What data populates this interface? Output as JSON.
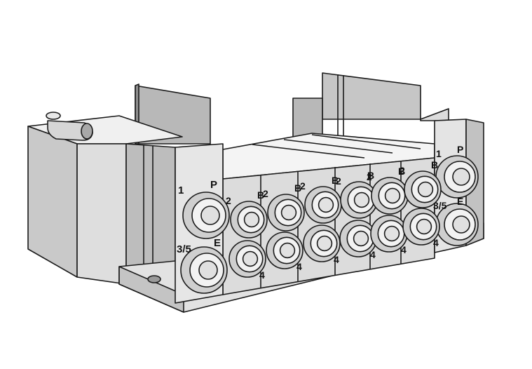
{
  "colors": {
    "face_light": "#ececec",
    "face_mid": "#d4d4d4",
    "face_dark": "#b4b4b4",
    "face_shadow": "#8f8f8f",
    "outline": "#1a1a1a"
  },
  "port_labels": {
    "left_supply": "1",
    "left_p": "P",
    "left_exhaust": "3/5",
    "left_e": "E",
    "right_supply": "1",
    "right_p": "P",
    "right_exhaust": "3/5",
    "right_e": "E"
  },
  "stations": [
    {
      "a_label": "2",
      "b_label": "B",
      "c_label": "4"
    },
    {
      "a_label": "2",
      "b_label": "B",
      "c_label": "4"
    },
    {
      "a_label": "2",
      "b_label": "B",
      "c_label": "4"
    },
    {
      "a_label": "2",
      "b_label": "B",
      "c_label": "4"
    },
    {
      "a_label": "2",
      "b_label": "B",
      "c_label": "4"
    },
    {
      "a_label": "2",
      "b_label": "B",
      "c_label": "4"
    }
  ]
}
